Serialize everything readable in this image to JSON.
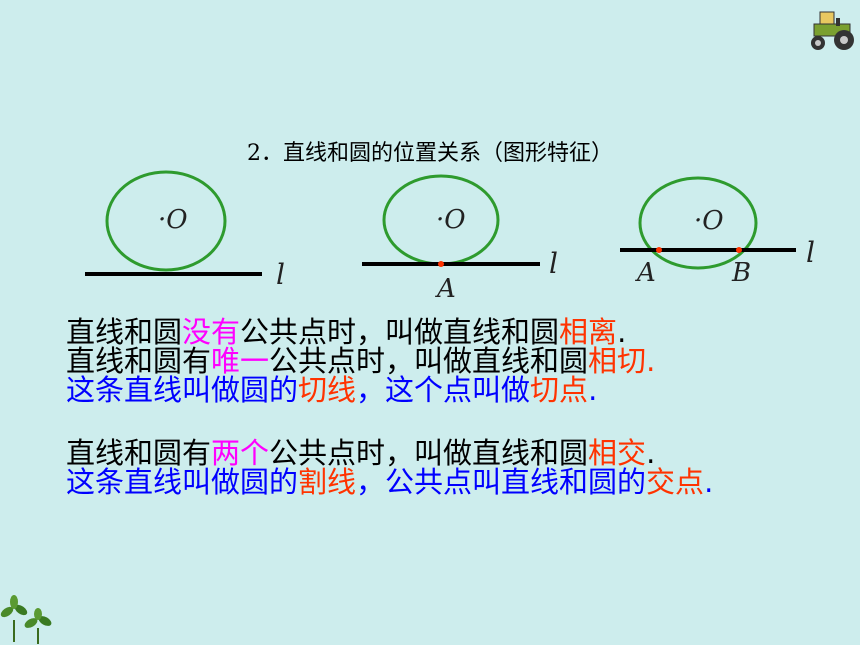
{
  "subtitle": "2．直线和圆的位置关系（图形特征）",
  "diagrams": [
    {
      "center_label": "·O",
      "line_label": "l"
    },
    {
      "center_label": "·O",
      "line_label": "l",
      "point_label": "A"
    },
    {
      "center_label": "·O",
      "line_label": "l",
      "point_a_label": "A",
      "point_b_label": "B"
    }
  ],
  "colors": {
    "background": "#cdeded",
    "circle": "#2e9b2e",
    "blue_text": "#0000ff",
    "magenta_text": "#ff00ff",
    "red_text": "#ff3300"
  },
  "paragraph1": {
    "line1": [
      "直线和圆",
      "没有",
      "公共点时，叫做直线和圆",
      "相离",
      "."
    ],
    "line2": [
      "直线和圆有",
      "唯一",
      "公共点时，叫做直线和圆",
      "相切",
      "."
    ],
    "line3": [
      "这条直线叫做圆的",
      "切线",
      "，这个点叫做",
      "切点",
      "."
    ]
  },
  "paragraph2": {
    "line1": [
      "直线和圆有",
      "两个",
      "公共点时，叫做直线和圆",
      "相交",
      "."
    ],
    "line2": [
      "这条直线叫做圆的",
      "割线",
      "，公共点叫直线和圆的",
      "交点",
      "."
    ]
  },
  "decorations": {
    "top_right": "tractor-icon",
    "bottom_left": "sprout-icon"
  }
}
